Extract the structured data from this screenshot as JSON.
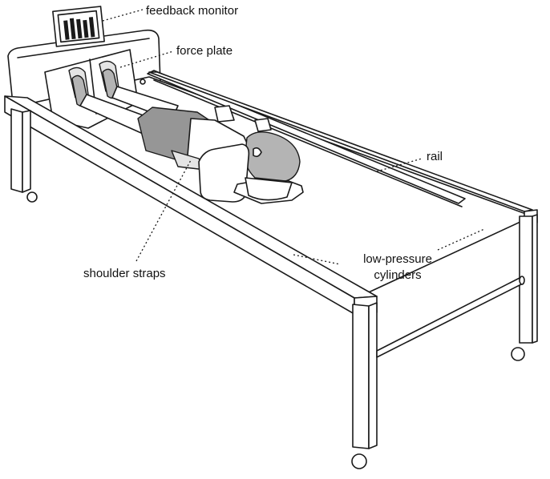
{
  "labels": {
    "feedback_monitor": "feedback monitor",
    "force_plate": "force plate",
    "rail": "rail",
    "shoulder_straps": "shoulder straps",
    "low_pressure_line1": "low-pressure",
    "low_pressure_line2": "cylinders"
  },
  "colors": {
    "line": "#1a1a1a",
    "skin": "#b4b4b4",
    "shorts": "#969696",
    "pad": "#e4e4e4",
    "background": "#ffffff"
  }
}
